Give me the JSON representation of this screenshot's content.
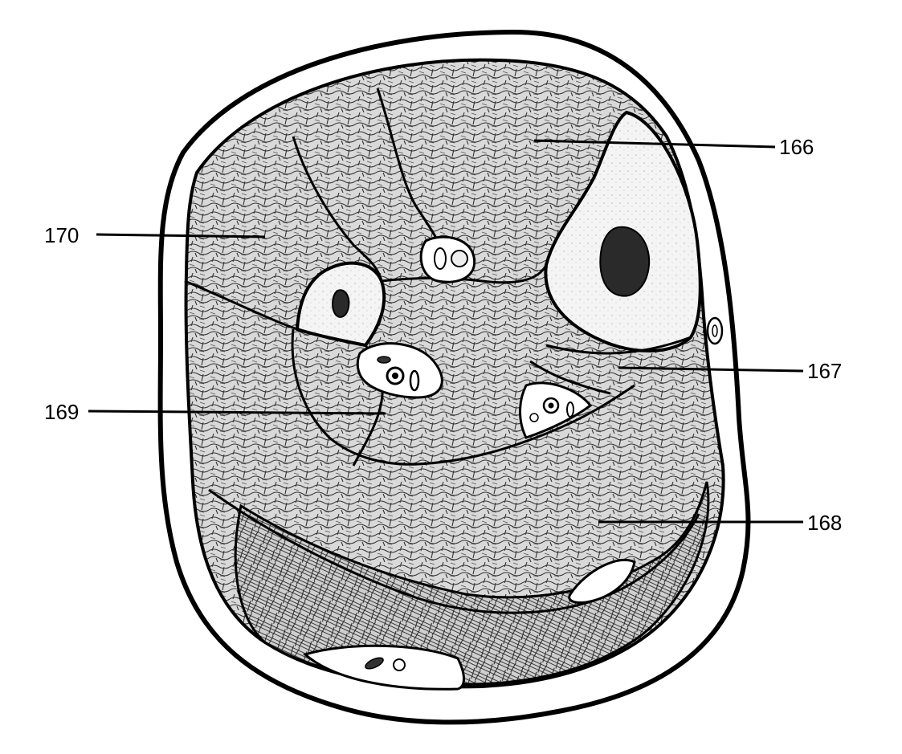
{
  "diagram": {
    "labels": [
      {
        "id": "label-166",
        "text": "166"
      },
      {
        "id": "label-167",
        "text": "167"
      },
      {
        "id": "label-168",
        "text": "168"
      },
      {
        "id": "label-169",
        "text": "169"
      },
      {
        "id": "label-170",
        "text": "170"
      }
    ],
    "colors": {
      "ink": "#000000",
      "paper": "#ffffff",
      "muscle_fill": "#d4d4d4",
      "bone_fill": "#f2f2f2",
      "marrow_fill": "#2a2a2a"
    }
  }
}
